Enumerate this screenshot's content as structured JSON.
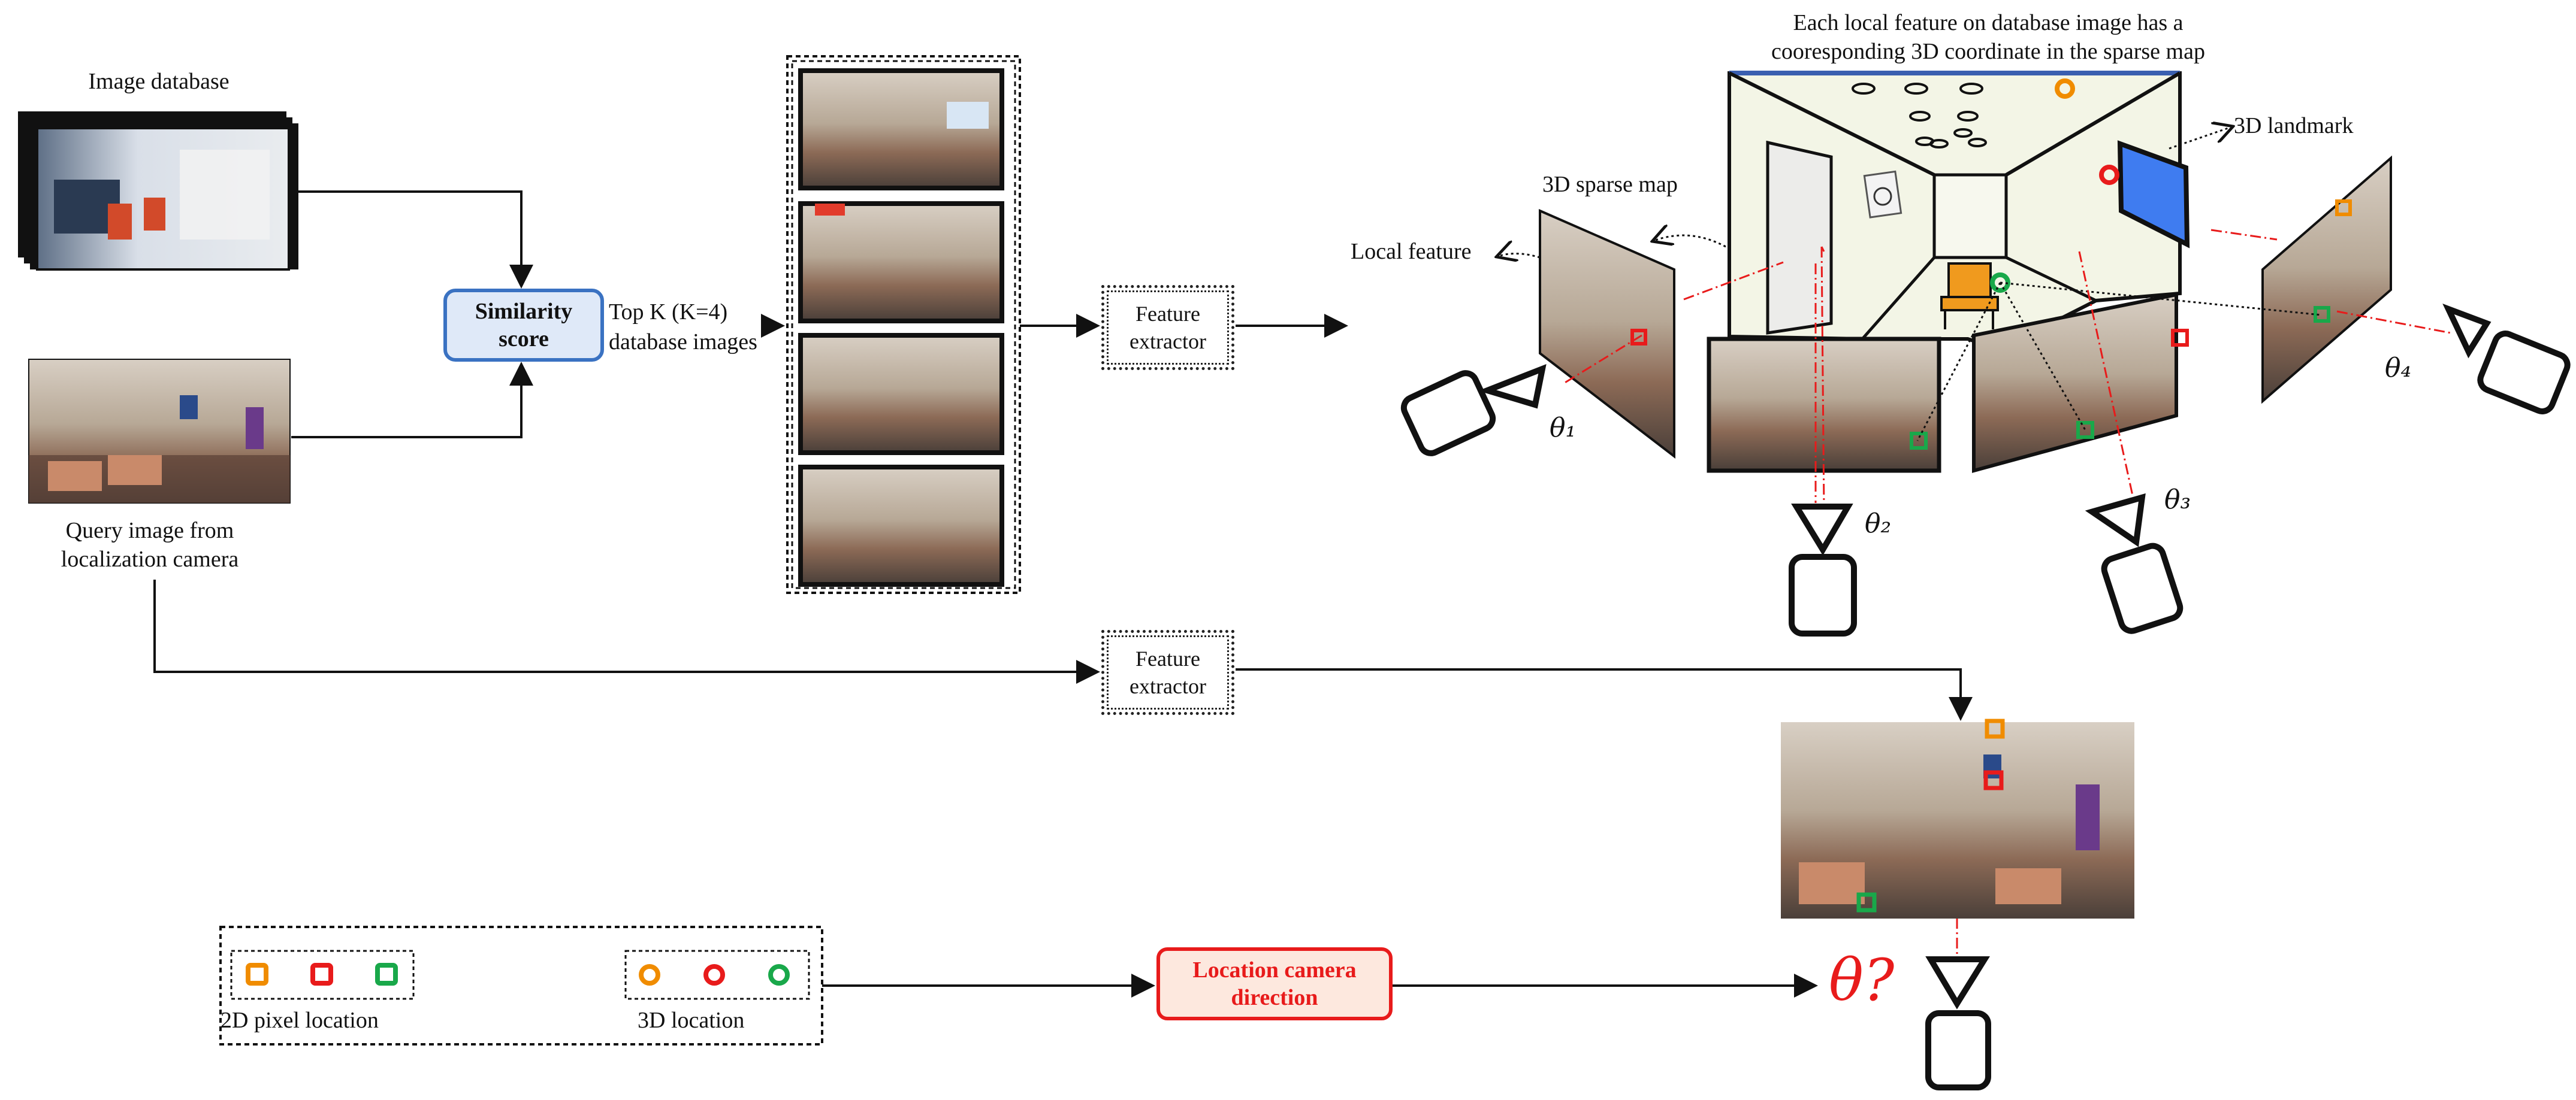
{
  "labels": {
    "image_database": "Image database",
    "query_image": "Query image from\nlocalization camera",
    "similarity_score": "Similarity\nscore",
    "top_k": "Top K (K=4)\ndatabase images",
    "feature_extractor_1": "Feature\nextractor",
    "feature_extractor_2": "Feature\nextractor",
    "local_feature": "Local feature",
    "sparse_map": "3D sparse map",
    "landmark": "3D landmark",
    "each_feature_note": "Each local feature on database image has a\ncooresponding 3D coordinate in the sparse map",
    "theta1": "θ₁",
    "theta2": "θ₂",
    "theta3": "θ₃",
    "theta4": "θ₄",
    "theta_q": "θ?",
    "location_camera_direction": "Location camera\ndirection",
    "legend_2d": "2D pixel location",
    "legend_3d": "3D location"
  },
  "colors": {
    "orange": "#f08c00",
    "red": "#e81b1b",
    "green": "#19a84a",
    "blue_accent": "#3a72c2",
    "landmark_blue": "#3f7cf0",
    "room_wall": "#f3f5e6"
  },
  "icons": [
    "camera-icon",
    "image-thumbnail",
    "feature-marker"
  ]
}
